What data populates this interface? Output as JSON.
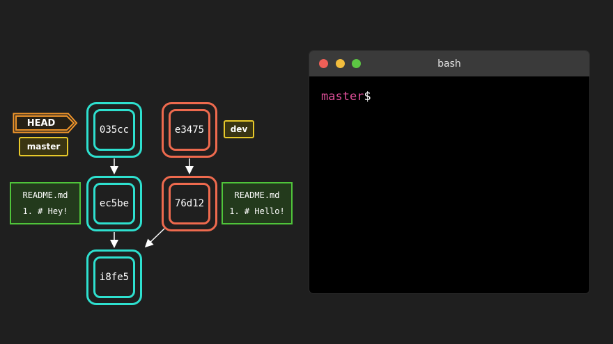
{
  "head": {
    "label": "HEAD"
  },
  "branches": {
    "master": "master",
    "dev": "dev"
  },
  "commits": {
    "c035cc": "035cc",
    "ec5be": "ec5be",
    "i8fe5": "i8fe5",
    "e3475": "e3475",
    "c76d12": "76d12"
  },
  "files": {
    "left": {
      "name": "README.md",
      "content": "1. # Hey!"
    },
    "right": {
      "name": "README.md",
      "content": "1. # Hello!"
    }
  },
  "terminal": {
    "title": "bash",
    "prompt_branch": "master",
    "prompt_symbol": "$"
  },
  "colors": {
    "background": "#1f1f1f",
    "master_commits": "#2ee0cf",
    "dev_commits": "#ee6a4e",
    "branch_tag": "#e8c92a",
    "head_tag": "#f0952a",
    "file_box": "#4fc43a",
    "prompt_branch": "#e0509a"
  }
}
